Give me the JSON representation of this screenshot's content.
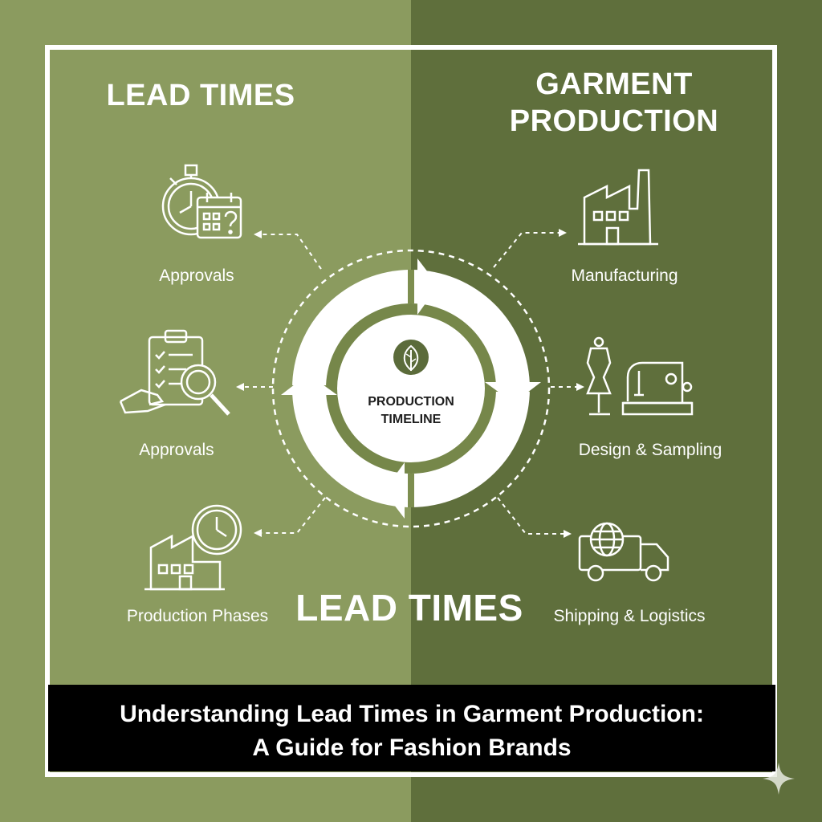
{
  "header": {
    "left_title": "LEAD TIMES",
    "right_title_line1": "GARMENT",
    "right_title_line2": "PRODUCTION"
  },
  "left_items": [
    {
      "label": "Approvals",
      "icon": "stopwatch-calendar-icon"
    },
    {
      "label": "Approvals",
      "icon": "checklist-magnifier-icon"
    },
    {
      "label": "Production Phases",
      "icon": "factory-clock-icon"
    }
  ],
  "right_items": [
    {
      "label": "Manufacturing",
      "icon": "factory-icon"
    },
    {
      "label": "Design & Sampling",
      "icon": "mannequin-sewing-machine-icon"
    },
    {
      "label": "Shipping & Logistics",
      "icon": "delivery-truck-globe-icon"
    }
  ],
  "hub": {
    "line1": "PRODUCTION",
    "line2": "TIMELINE",
    "icon": "leaf-icon"
  },
  "center_bottom_label": "LEAD TIMES",
  "banner": {
    "line1": "Understanding Lead Times in Garment Production:",
    "line2": "A Guide for Fashion Brands"
  },
  "colors": {
    "left_background": "#8b9b5f",
    "right_background": "#5f6f3c",
    "banner_background": "#000000",
    "foreground": "#ffffff"
  }
}
